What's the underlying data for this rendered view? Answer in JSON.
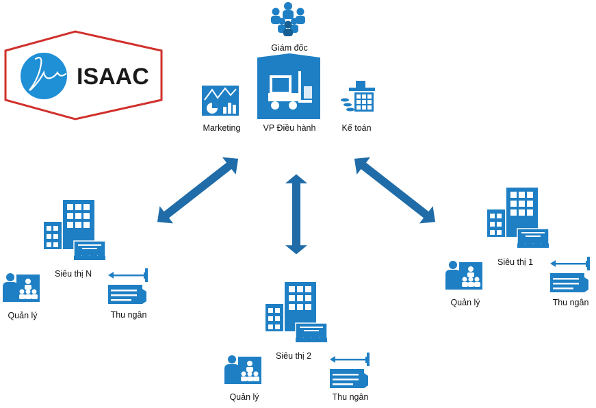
{
  "logo": {
    "brand": "ISAAC",
    "colors": {
      "border": "#d0312d",
      "badge": "#1f8fd6"
    }
  },
  "colors": {
    "icon": "#1f7fc4",
    "icon_dark": "#175f93",
    "arrow": "#1f6ca8"
  },
  "hq": {
    "director": "Giám đốc",
    "marketing": "Marketing",
    "office": "VP Điều hành",
    "accounting": "Kế toán"
  },
  "stores": [
    {
      "name": "Siêu thị N",
      "manager": "Quản lý",
      "cashier": "Thu ngân"
    },
    {
      "name": "Siêu thị 2",
      "manager": "Quản lý",
      "cashier": "Thu ngân"
    },
    {
      "name": "Siêu thị 1",
      "manager": "Quản lý",
      "cashier": "Thu ngân"
    }
  ]
}
